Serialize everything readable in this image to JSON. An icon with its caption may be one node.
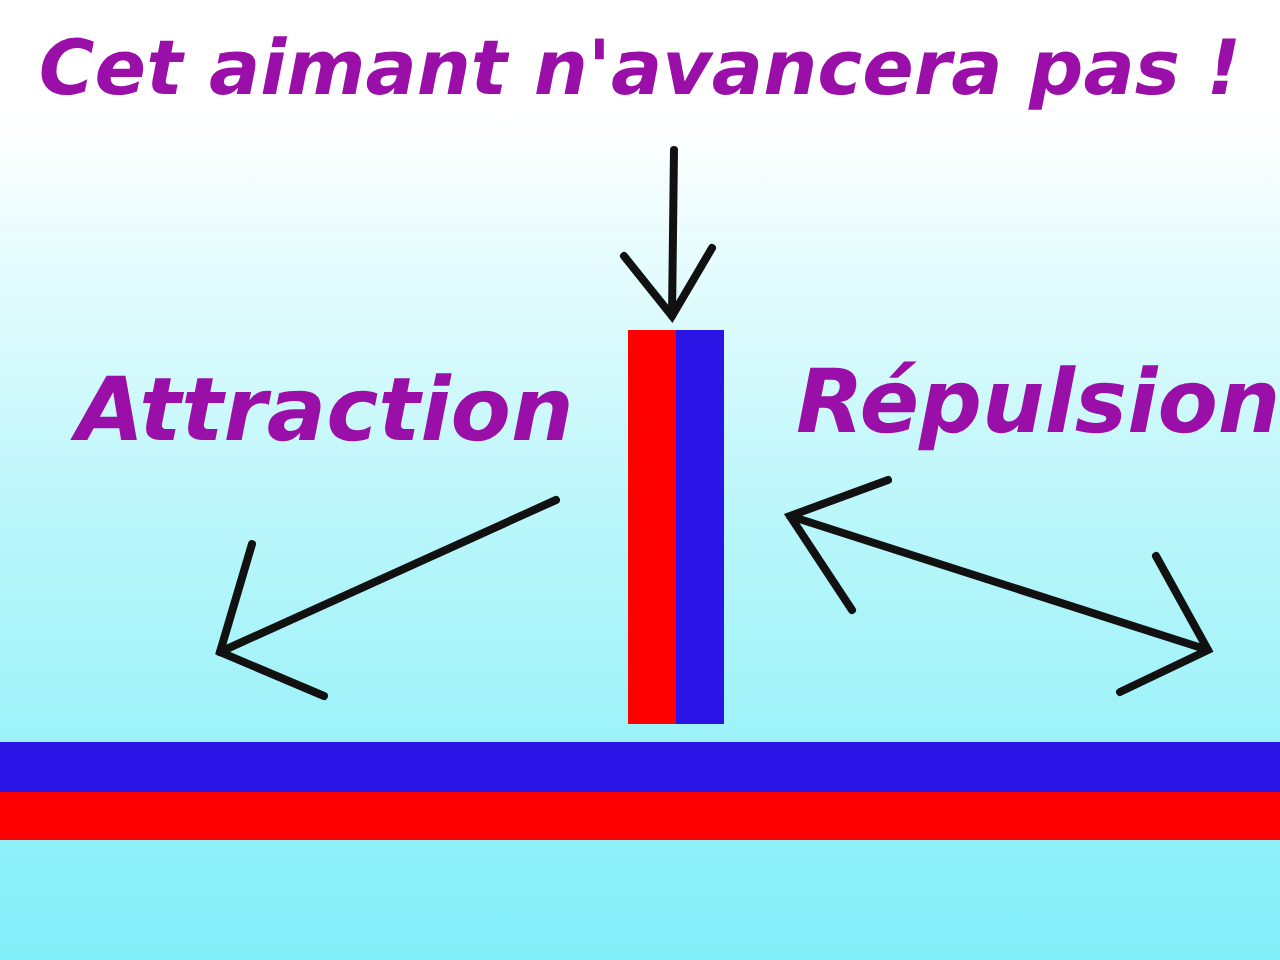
{
  "diagram": {
    "title": "Cet aimant n'avancera pas !",
    "labels": [
      "Attraction",
      "Répulsion"
    ]
  }
}
